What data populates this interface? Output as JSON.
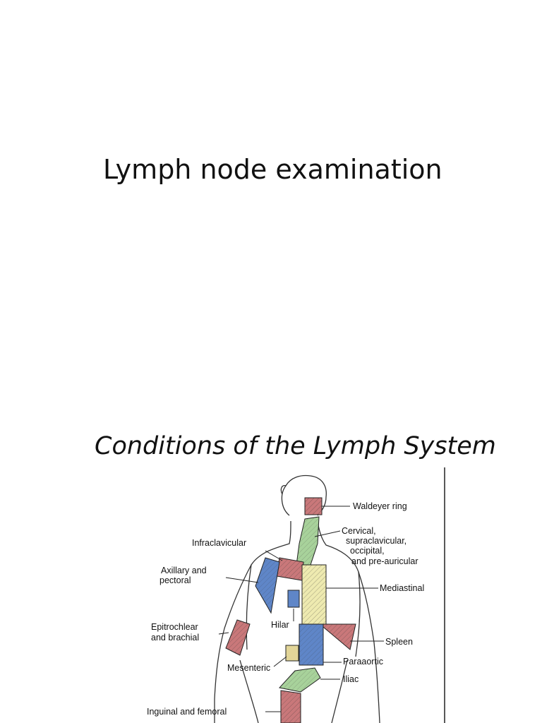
{
  "slide": {
    "title": "Lymph node examination",
    "subtitle": "Conditions of the Lymph System"
  },
  "figure": {
    "labels": {
      "waldeyer": "Waldeyer ring",
      "cervical_1": "Cervical,",
      "cervical_2": "supraclavicular,",
      "cervical_3": "occipital,",
      "cervical_4": "and pre-auricular",
      "infraclavicular": "Infraclavicular",
      "axillary_1": "Axillary and",
      "axillary_2": "pectoral",
      "mediastinal": "Mediastinal",
      "hilar": "Hilar",
      "epitrochlear_1": "Epitrochlear",
      "epitrochlear_2": "and brachial",
      "spleen": "Spleen",
      "paraaortic": "Paraaortic",
      "mesenteric": "Mesenteric",
      "iliac": "Iliac",
      "inguinal": "Inguinal and femoral"
    },
    "colors": {
      "red": "#c9787a",
      "green": "#a8d29b",
      "blue": "#5f86c8",
      "yellow": "#eeeab0",
      "tan": "#e2d598",
      "outline": "#222222"
    }
  }
}
